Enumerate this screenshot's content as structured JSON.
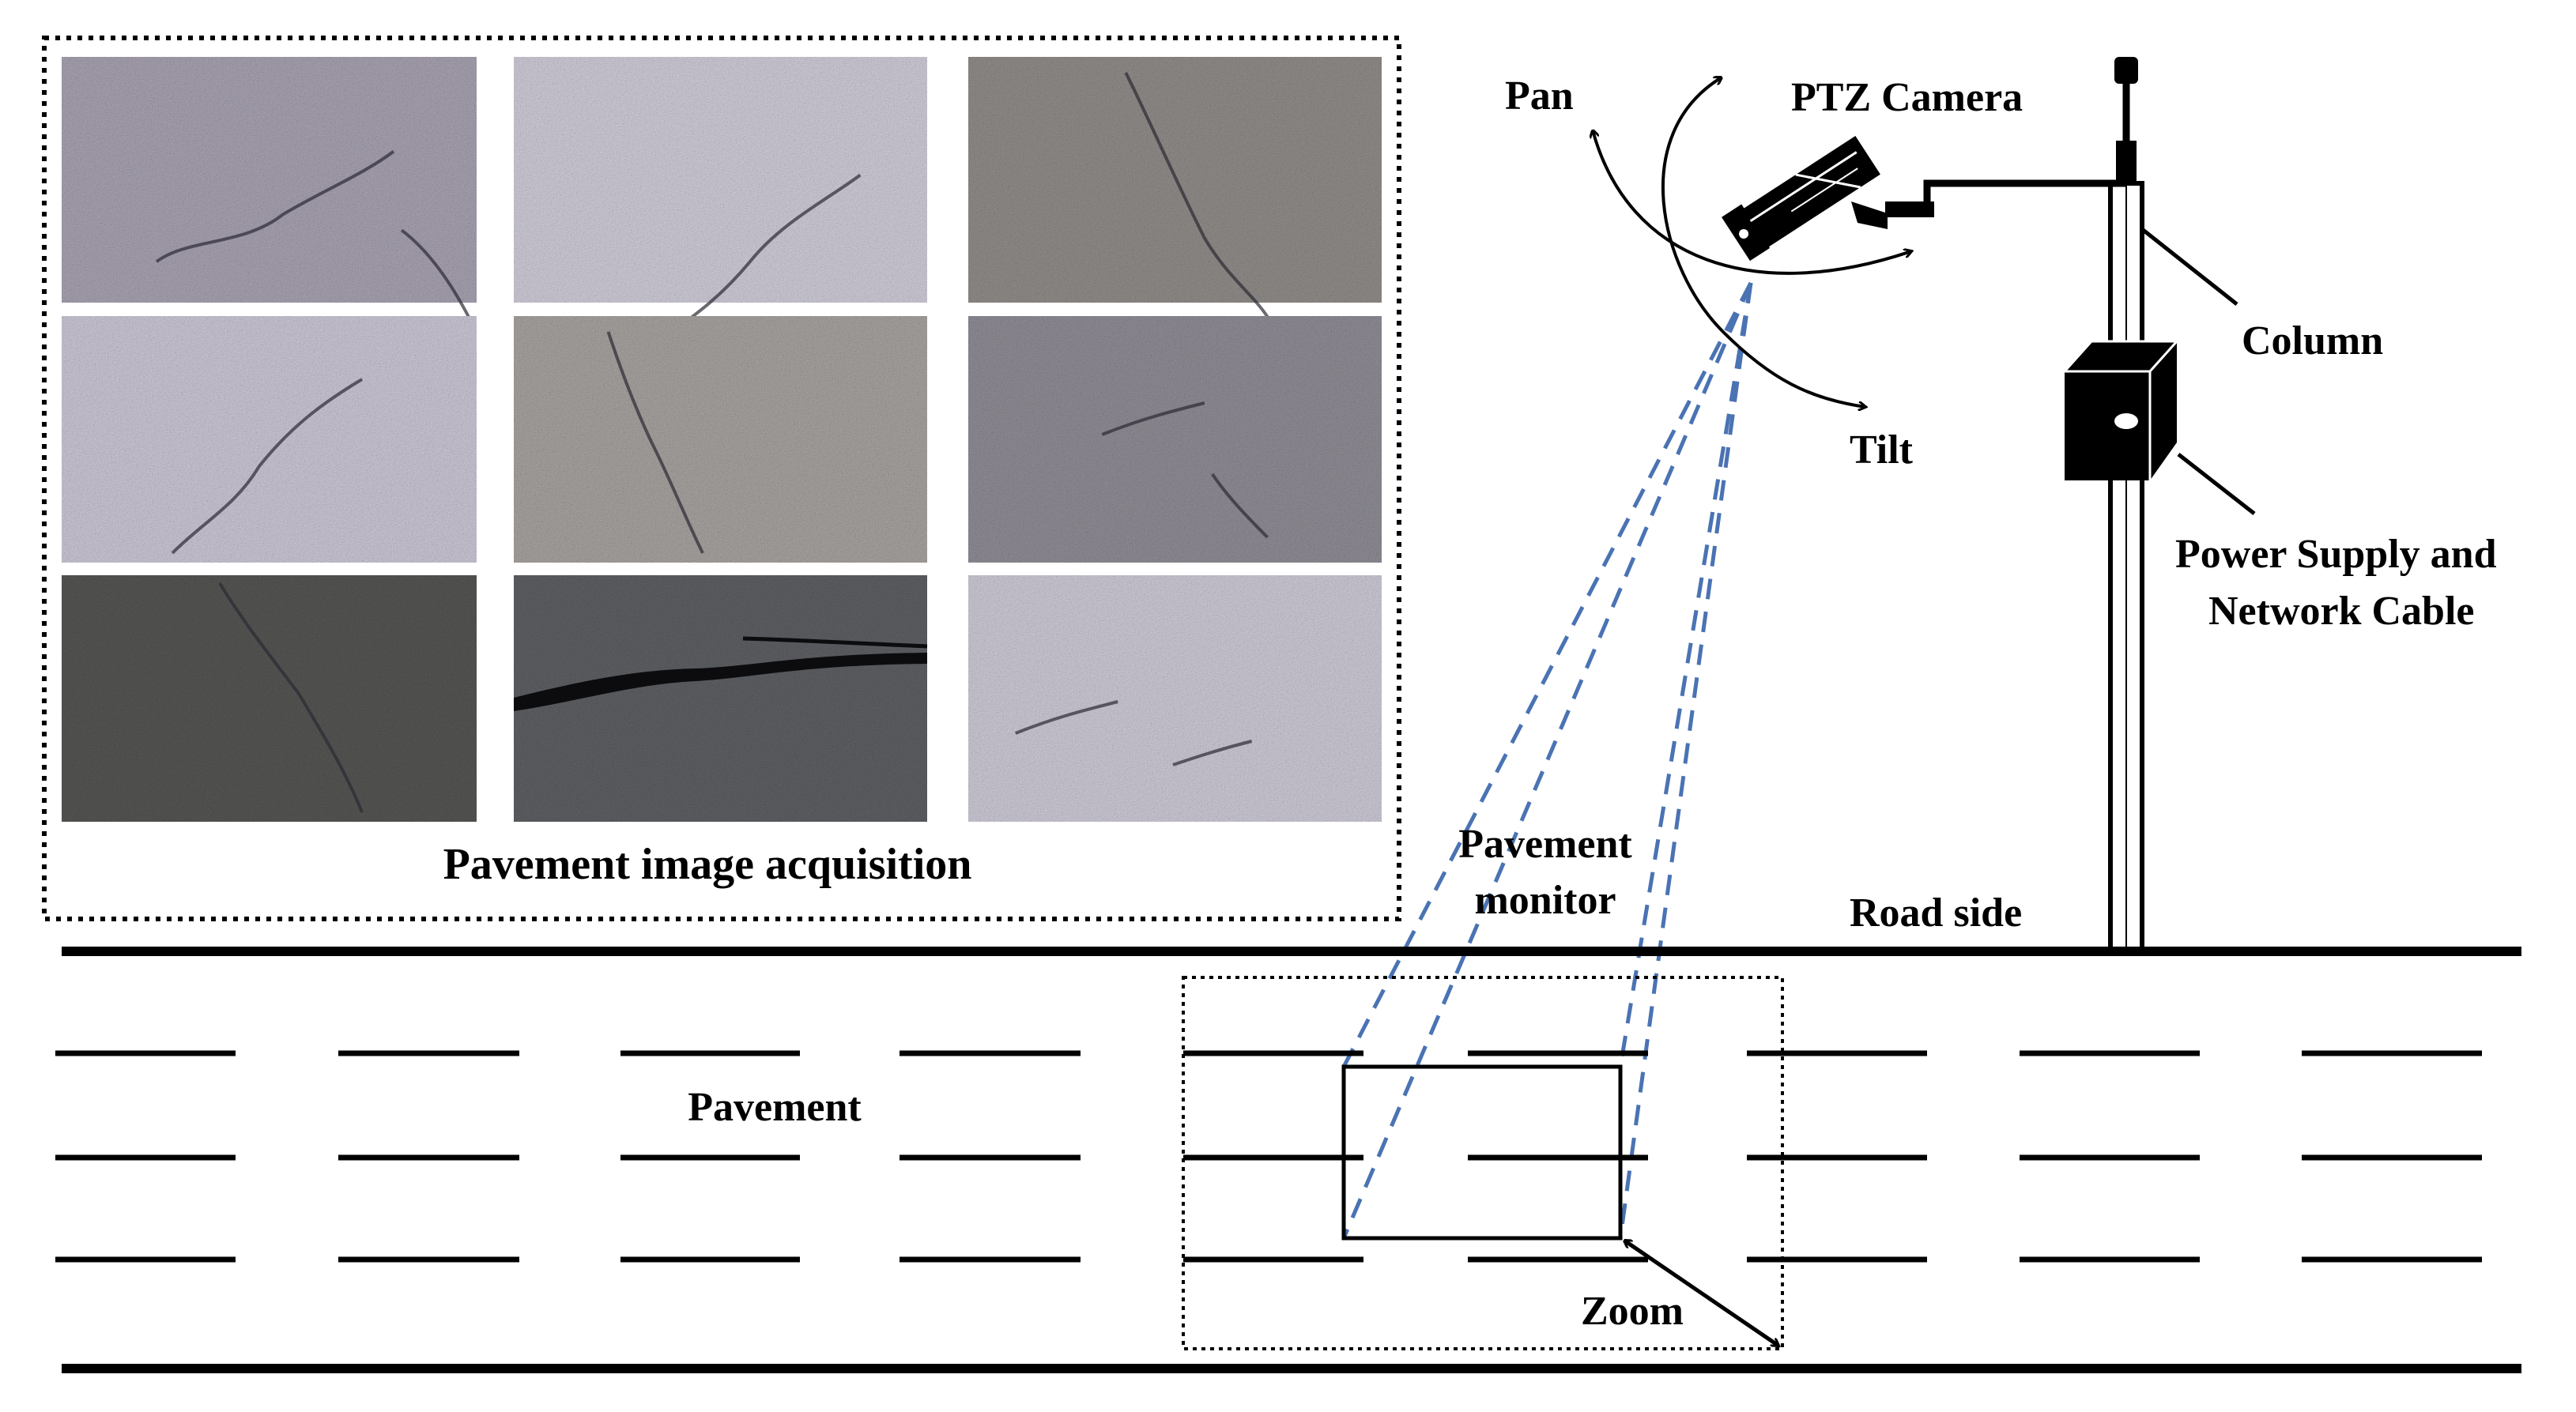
{
  "labels": {
    "pan": "Pan",
    "ptz_camera": "PTZ Camera",
    "column": "Column",
    "tilt": "Tilt",
    "power_line1": "Power Supply and",
    "power_line2": "Network Cable",
    "acquisition_caption": "Pavement image acquisition",
    "monitor_line1": "Pavement",
    "monitor_line2": "monitor",
    "road_side": "Road side",
    "pavement": "Pavement",
    "zoom": "Zoom"
  },
  "image_grid": {
    "rows": 3,
    "cols": 3,
    "tiles": [
      {
        "texture": "cracked-asphalt",
        "color": "#a59fae"
      },
      {
        "texture": "fine-crack-light",
        "color": "#cbc8d4"
      },
      {
        "texture": "dark-crack-diagonal",
        "color": "#8e8a87"
      },
      {
        "texture": "crack-light",
        "color": "#c7c3d1"
      },
      {
        "texture": "crack-medium",
        "color": "#a4a09d"
      },
      {
        "texture": "coarse-aggregate",
        "color": "#8d8a93"
      },
      {
        "texture": "dark-coarse",
        "color": "#545552"
      },
      {
        "texture": "sealed-crack-black",
        "color": "#5c5e62"
      },
      {
        "texture": "light-aggregate",
        "color": "#c9c6d2"
      }
    ]
  },
  "colors": {
    "line": "#000000",
    "dashed_view": "#4a73b3",
    "background": "#ffffff"
  }
}
